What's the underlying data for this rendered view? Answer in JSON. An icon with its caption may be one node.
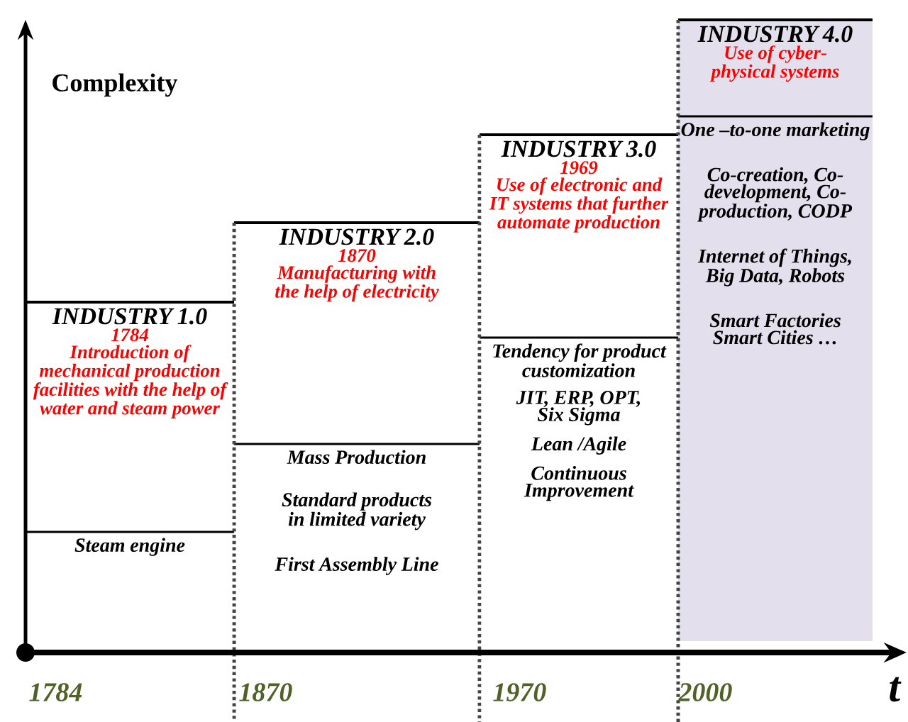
{
  "diagram": {
    "nodes": [
      {
        "text": [
          "INDUSTRY 1.0",
          "1784",
          "Introduction of mechanical production facilities with the help of water and steam power"
        ]
      },
      {
        "text": [
          "Steam engine"
        ]
      },
      {
        "text": [
          "INDUSTRY 2.0",
          "1870",
          "Manufacturing with the help of electricity"
        ]
      },
      {
        "text": [
          "Mass Production",
          "Standard products in limited variety",
          "First Assembly Line"
        ]
      },
      {
        "text": [
          "INDUSTRY 3.0",
          "1969",
          "Use of electronic and IT systems that further automate production"
        ]
      },
      {
        "text": [
          "Tendency for product customization",
          "JIT, ERP, OPT, Six Sigma",
          "Lean /Agile",
          "Continuous Improvement"
        ]
      },
      {
        "text": [
          "INDUSTRY 4.0",
          "Use of cyber-physical systems"
        ]
      },
      {
        "text": [
          "One –to-one marketing",
          "Co-creation, Co- development, Co-production, CODP",
          "Internet of Things, Big Data, Robots",
          "Smart Factories Smart Cities …"
        ]
      }
    ],
    "labels": [
      "Complexity",
      "1784",
      "1870",
      "1970",
      "2000",
      "t"
    ]
  }
}
